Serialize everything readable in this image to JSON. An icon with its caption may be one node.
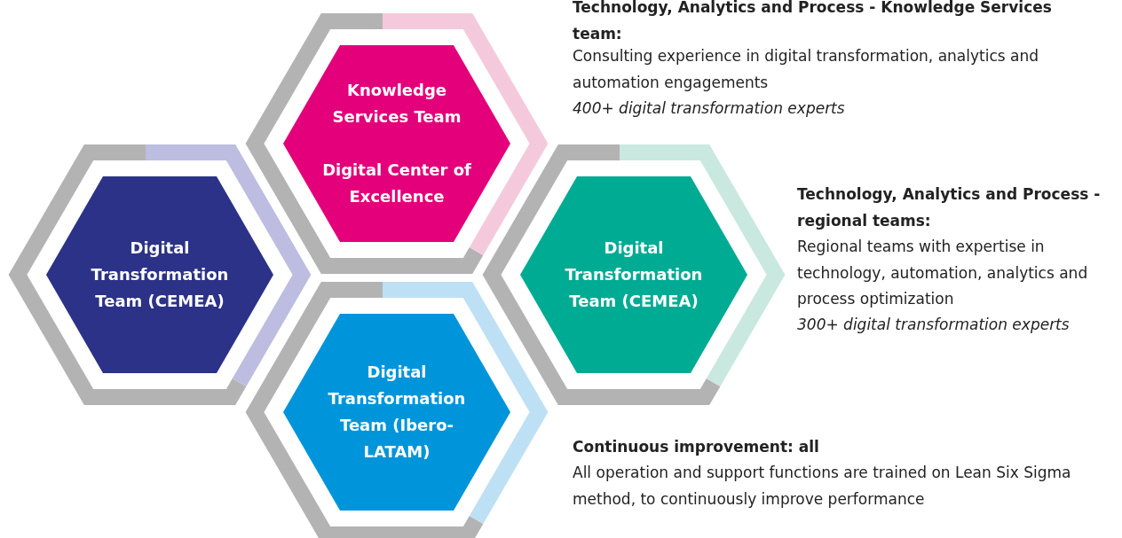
{
  "diagram": {
    "nodes": [
      {
        "text": [
          "Digital Transformation Team (CEMEA)"
        ]
      },
      {
        "text": [
          "Knowledge Services Team",
          "Digital Center of Excellence"
        ]
      },
      {
        "text": [
          "Digital Transformation Team (CEMEA)"
        ]
      },
      {
        "text": [
          "Digital Transformation Team (Ibero-LATAM)"
        ]
      }
    ],
    "labels": [
      "Technology, Analytics and Process - Knowledge Services team:",
      "Consulting experience in digital transformation, analytics and automation engagements",
      "400+ digital transformation experts",
      "Technology, Analytics and Process - regional teams:",
      "Regional teams with expertise in technology, automation, analytics and process optimization",
      "300+ digital transformation experts",
      "Continuous improvement: all",
      "All operation and support functions are trained on Lean Six Sigma method, to continuously improve performance"
    ]
  }
}
